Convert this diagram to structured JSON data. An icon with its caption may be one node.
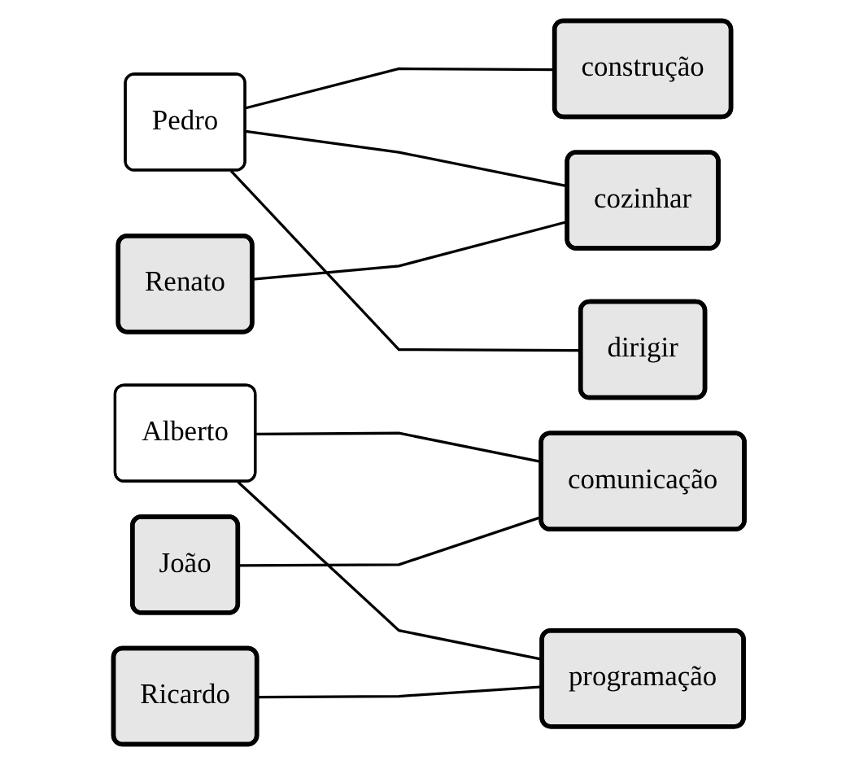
{
  "diagram": {
    "nodes": [
      {
        "text": [
          "Pedro"
        ]
      },
      {
        "text": [
          "Renato"
        ]
      },
      {
        "text": [
          "Alberto"
        ]
      },
      {
        "text": [
          "Ricardo"
        ]
      },
      {
        "text": [
          "João"
        ]
      },
      {
        "text": [
          "construção"
        ]
      },
      {
        "text": [
          "cozinhar"
        ]
      },
      {
        "text": [
          "dirigir"
        ]
      },
      {
        "text": [
          "comunicação"
        ]
      },
      {
        "text": [
          "programação"
        ]
      }
    ],
    "edges": [
      {
        "from": 0,
        "to": 5,
        "arrow": "none"
      },
      {
        "from": 0,
        "to": 6,
        "arrow": "none"
      },
      {
        "from": 0,
        "to": 7,
        "arrow": "none"
      },
      {
        "from": 1,
        "to": 6,
        "arrow": "none"
      },
      {
        "from": 2,
        "to": 8,
        "arrow": "none"
      },
      {
        "from": 2,
        "to": 9,
        "arrow": "none"
      },
      {
        "from": 3,
        "to": 9,
        "arrow": "none"
      },
      {
        "from": 4,
        "to": 8,
        "arrow": "none"
      }
    ]
  }
}
